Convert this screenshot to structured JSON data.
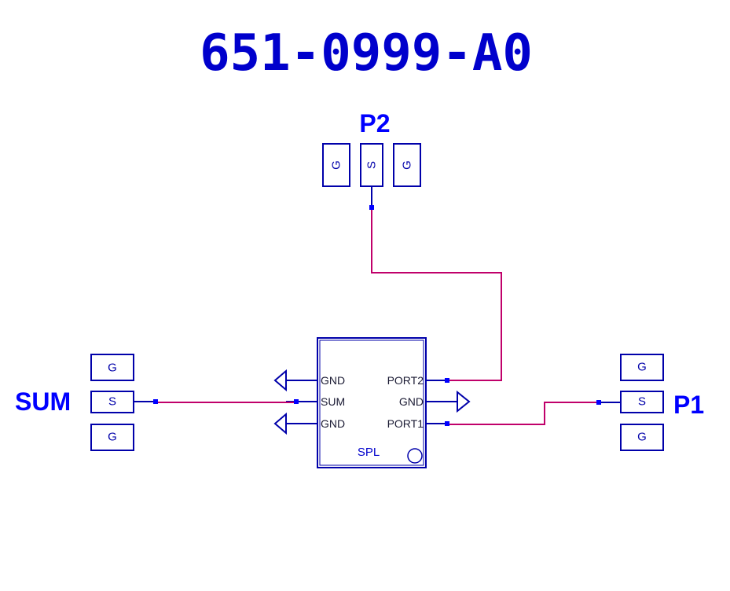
{
  "title": "651-0999-A0",
  "component": {
    "name": "SPL",
    "left_pins": [
      "GND",
      "SUM",
      "GND"
    ],
    "right_pins": [
      "PORT2",
      "GND",
      "PORT1"
    ]
  },
  "ports": {
    "p2": {
      "label": "P2",
      "pads": [
        "G",
        "S",
        "G"
      ]
    },
    "sum": {
      "label": "SUM",
      "pads": [
        "G",
        "S",
        "G"
      ]
    },
    "p1": {
      "label": "P1",
      "pads": [
        "G",
        "S",
        "G"
      ]
    }
  },
  "colors": {
    "title": "#0000cc",
    "component": "#0000aa",
    "wire": "#c0006a",
    "junction": "#0000ff"
  }
}
